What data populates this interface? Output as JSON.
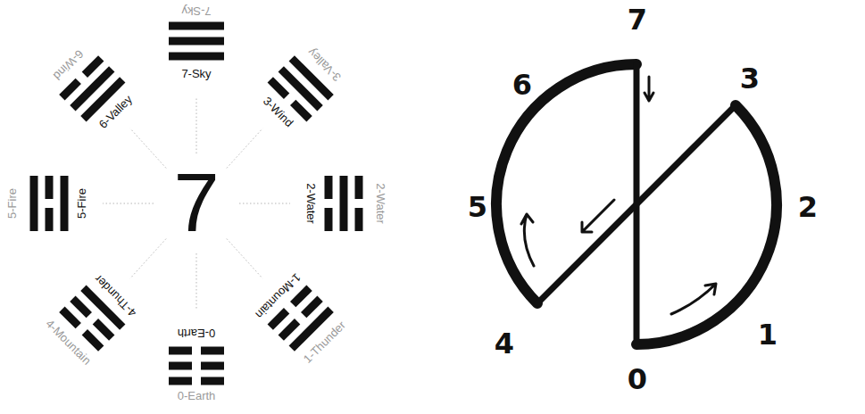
{
  "diagram": {
    "labels": [
      "7-Sky",
      "6-Wind",
      "3-Valley",
      "7-Sky",
      "6-Valley",
      "3-Wind",
      "5-Fire",
      "5-Fire",
      "7",
      "2-Water",
      "2-Water",
      "4-Thunder",
      "1-Mountain",
      "0-Earth",
      "4-Mountain",
      "1-Thunder",
      "0-Earth",
      "7",
      "6",
      "3",
      "5",
      "2",
      "4",
      "1",
      "0"
    ]
  }
}
